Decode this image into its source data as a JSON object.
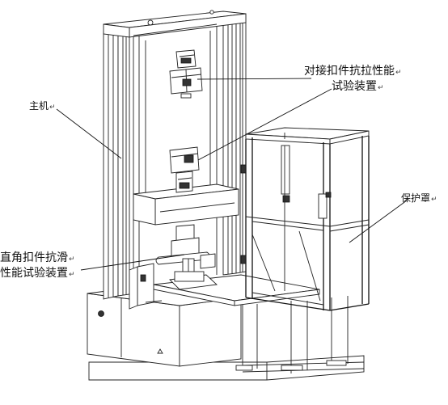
{
  "labels": {
    "host": "主机",
    "butt_line1": "对接扣件抗拉性能",
    "butt_line2": "试验装置",
    "cover": "保护罩",
    "right_line1": "直角扣件抗滑",
    "right_line2": "性能试验装置",
    "para_mark": "↵"
  }
}
